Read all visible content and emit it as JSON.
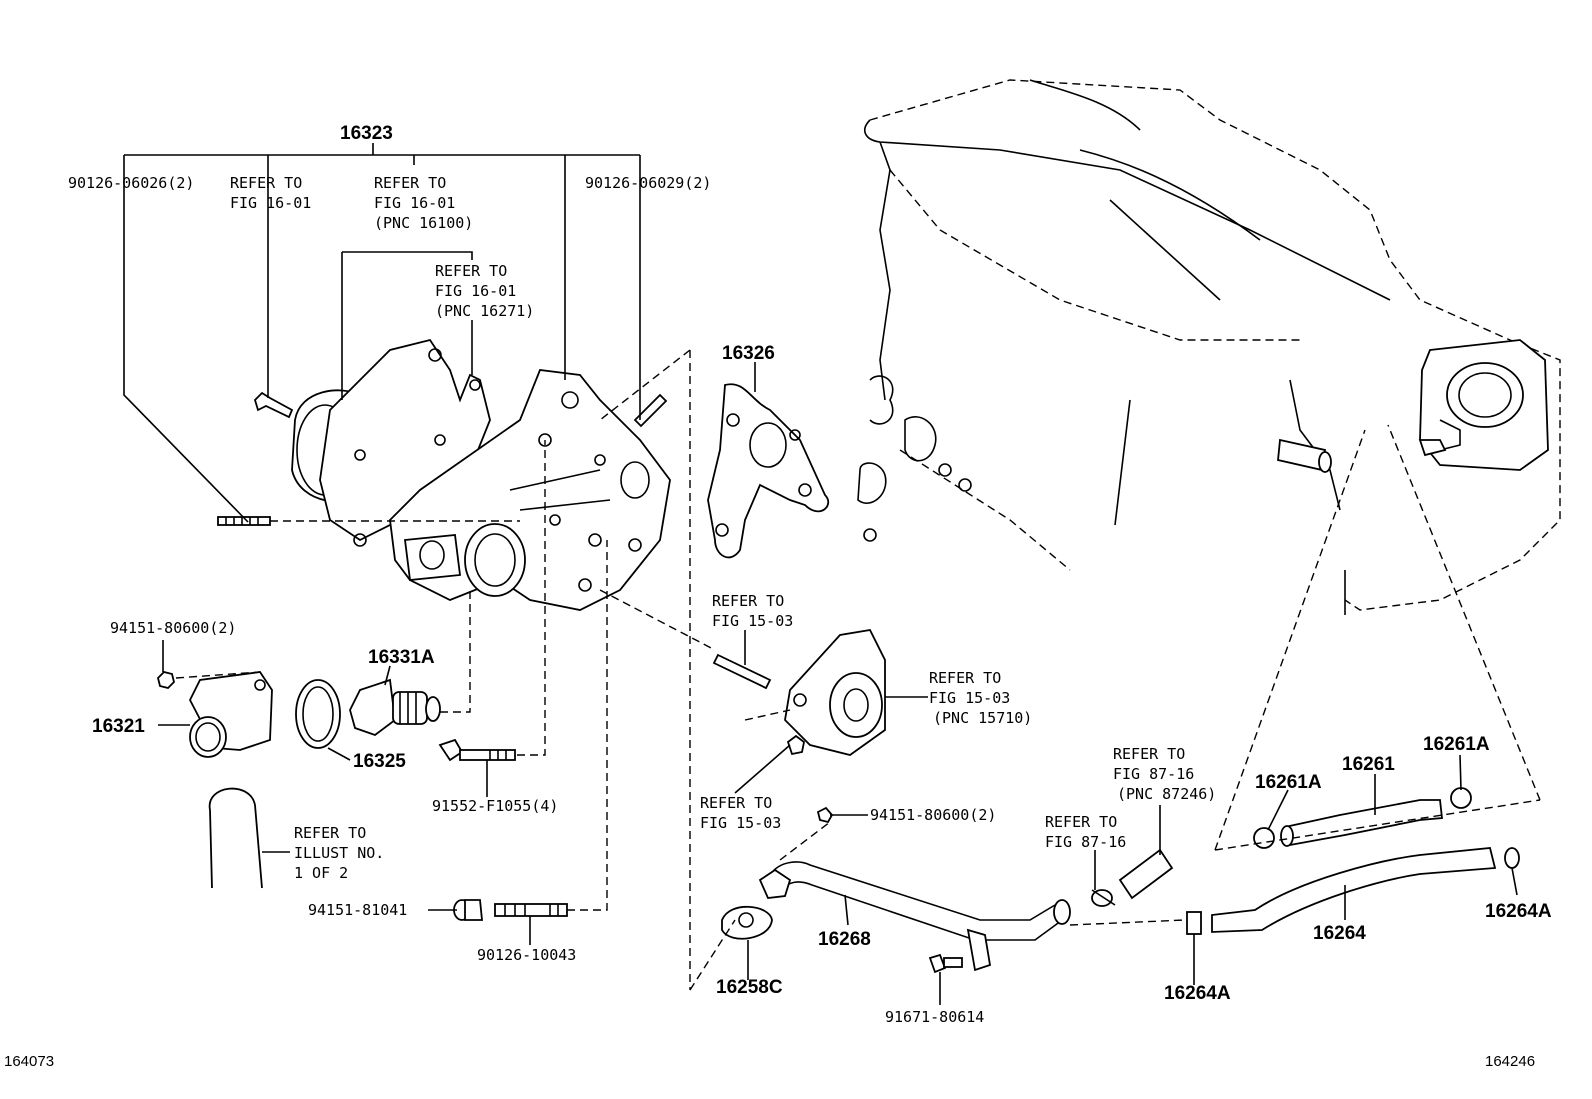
{
  "diagram": {
    "labels": {
      "l16323": "16323",
      "l90126_06026": "90126-06026(2)",
      "ref1_a": "REFER TO",
      "ref1_b": "FIG 16-01",
      "ref2_a": "REFER TO",
      "ref2_b": "FIG 16-01",
      "ref2_c": "(PNC 16100)",
      "l90126_06029": "90126-06029(2)",
      "ref3_a": "REFER TO",
      "ref3_b": "FIG 16-01",
      "ref3_c": "(PNC 16271)",
      "l16326": "16326",
      "l94151_80600_a": "94151-80600(2)",
      "l16331A": "16331A",
      "l16321": "16321",
      "l16325": "16325",
      "l91552": "91552-F1055(4)",
      "ref4_a": "REFER TO",
      "ref4_b": "ILLUST NO.",
      "ref4_c": "1 OF 2",
      "l94151_81041": "94151-81041",
      "l90126_10043": "90126-10043",
      "ref5_a": "REFER TO",
      "ref5_b": "FIG 15-03",
      "ref6_a": "REFER TO",
      "ref6_b": "FIG 15-03",
      "ref6_c": "(PNC 15710)",
      "ref7_a": "REFER TO",
      "ref7_b": "FIG 15-03",
      "l94151_80600_b": "94151-80600(2)",
      "l16268": "16268",
      "l16258C": "16258C",
      "l91671": "91671-80614",
      "ref8_a": "REFER TO",
      "ref8_b": "FIG 87-16",
      "ref8_c": "(PNC 87246)",
      "ref9_a": "REFER TO",
      "ref9_b": "FIG 87-16",
      "l16261A_a": "16261A",
      "l16261": "16261",
      "l16261A_b": "16261A",
      "l16264": "16264",
      "l16264A_a": "16264A",
      "l16264A_b": "16264A"
    },
    "corners": {
      "left": "164073",
      "right": "164246"
    }
  }
}
